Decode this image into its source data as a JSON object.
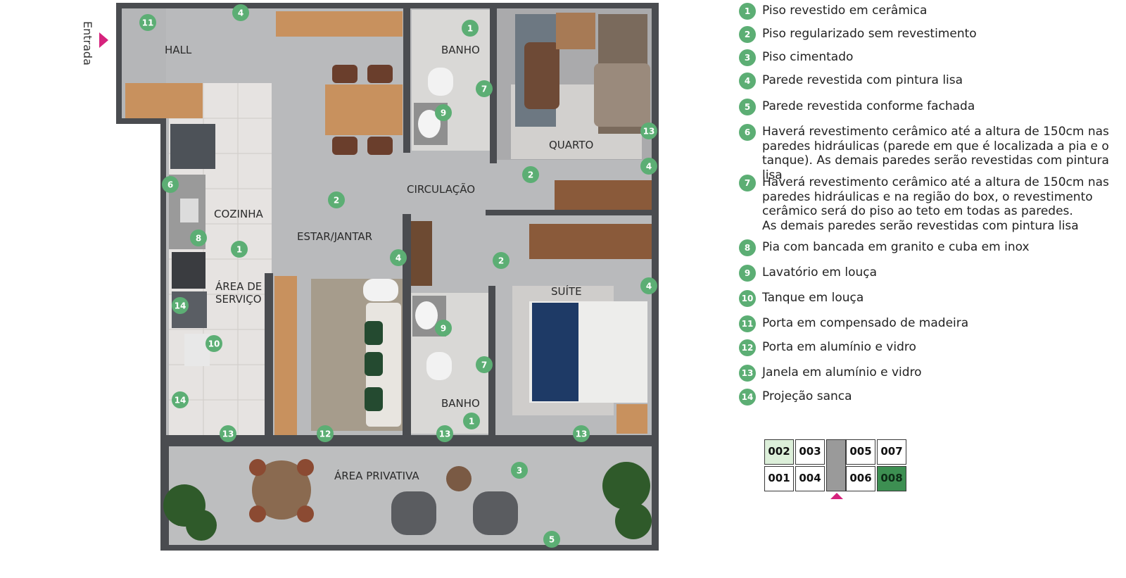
{
  "entry_label": "Entrada",
  "rooms": {
    "hall": "HALL",
    "banho_1": "BANHO",
    "quarto": "QUARTO",
    "circulacao": "CIRCULAÇÃO",
    "cozinha": "COZINHA",
    "estar_jantar": "ESTAR/JANTAR",
    "area_servico_1": "ÁREA DE",
    "area_servico_2": "SERVIÇO",
    "suite": "SUÍTE",
    "banho_2": "BANHO",
    "area_privativa": "ÁREA PRIVATIVA"
  },
  "markers": [
    "11",
    "4",
    "1",
    "7",
    "9",
    "13",
    "2",
    "4",
    "6",
    "2",
    "8",
    "1",
    "2",
    "4",
    "14",
    "10",
    "9",
    "4",
    "7",
    "14",
    "13",
    "12",
    "13",
    "1",
    "13",
    "3",
    "5"
  ],
  "legend": [
    {
      "num": "1",
      "text": "Piso revestido em cerâmica"
    },
    {
      "num": "2",
      "text": "Piso regularizado sem revestimento"
    },
    {
      "num": "3",
      "text": "Piso cimentado"
    },
    {
      "num": "4",
      "text": "Parede revestida com pintura lisa"
    },
    {
      "num": "5",
      "text": "Parede revestida conforme fachada"
    },
    {
      "num": "6",
      "text": "Haverá revestimento cerâmico até a altura de 150cm nas\nparedes hidráulicas (parede em que é localizada a pia e o\ntanque). As demais paredes serão revestidas com pintura lisa"
    },
    {
      "num": "7",
      "text": "Haverá revestimento cerâmico até a altura de 150cm nas\nparedes hidráulicas e na região do box, o revestimento\ncerâmico será do piso ao teto em todas as paredes.\nAs demais paredes serão revestidas com pintura lisa"
    },
    {
      "num": "8",
      "text": "Pia com bancada em granito e cuba em inox"
    },
    {
      "num": "9",
      "text": "Lavatório em louça"
    },
    {
      "num": "10",
      "text": "Tanque em louça"
    },
    {
      "num": "11",
      "text": "Porta em compensado de madeira"
    },
    {
      "num": "12",
      "text": "Porta em alumínio e vidro"
    },
    {
      "num": "13",
      "text": "Janela em alumínio e vidro"
    },
    {
      "num": "14",
      "text": "Projeção sanca"
    }
  ],
  "keyplan": {
    "units": [
      "002",
      "003",
      "005",
      "007",
      "001",
      "004",
      "006",
      "008"
    ],
    "highlight_light": "002",
    "highlight_dark": "008"
  },
  "colors": {
    "marker": "#5cae74",
    "entry_arrow": "#d6237d",
    "wall": "#4a4c50",
    "floor": "#b9babc",
    "tile": "#e8e6e4",
    "wood": "#c8915e"
  }
}
